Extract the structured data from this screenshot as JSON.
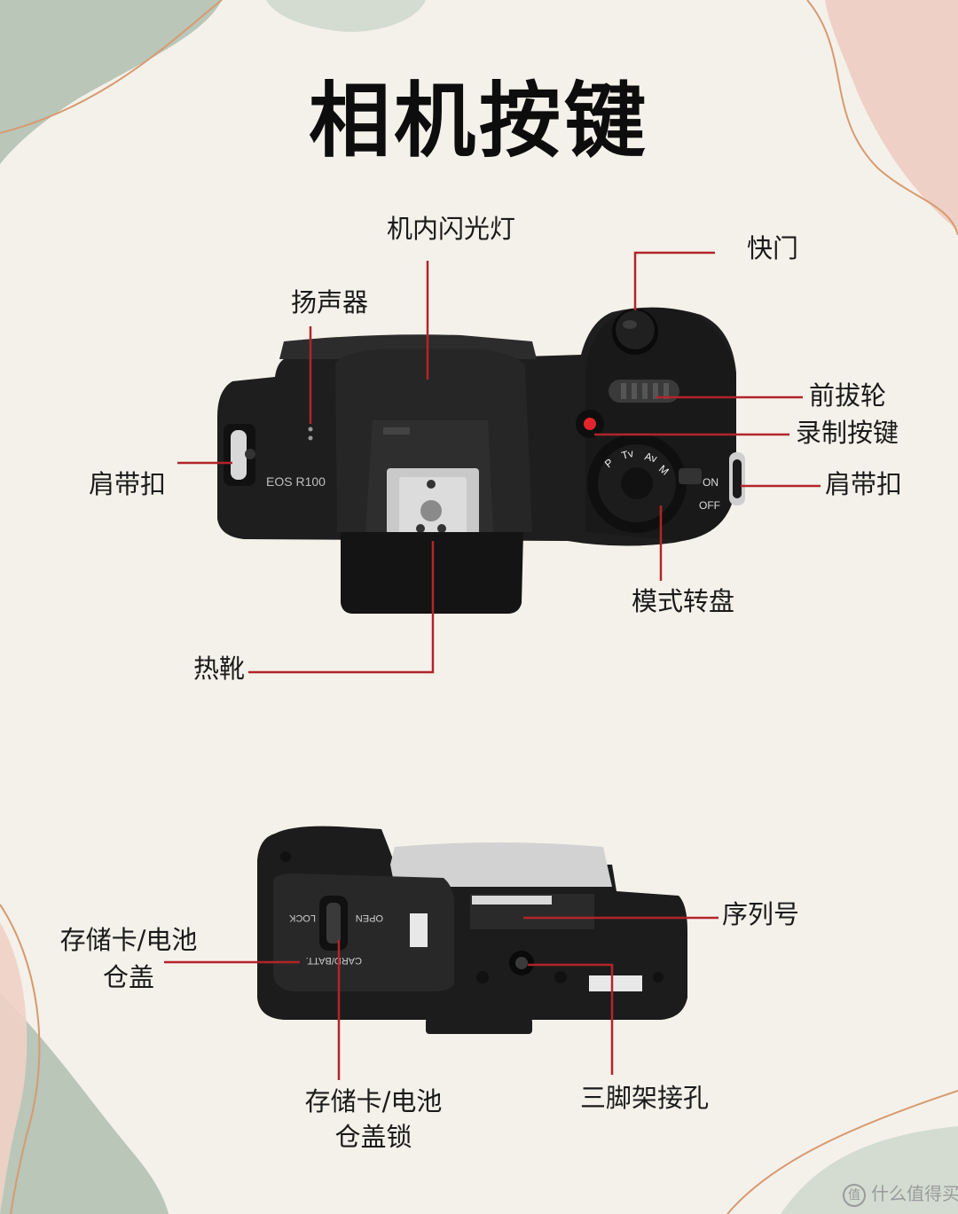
{
  "title": "相机按键",
  "top_labels": {
    "flash": "机内闪光灯",
    "shutter": "快门",
    "speaker": "扬声器",
    "front_dial": "前拔轮",
    "record_button": "录制按键",
    "strap_left": "肩带扣",
    "strap_right": "肩带扣",
    "mode_dial": "模式转盘",
    "hot_shoe": "热靴"
  },
  "bottom_labels": {
    "serial": "序列号",
    "card_cover_line1": "存储卡/电池",
    "card_cover_line2": "仓盖",
    "card_lock_line1": "存储卡/电池",
    "card_lock_line2": "仓盖锁",
    "tripod": "三脚架接孔"
  },
  "camera_top_marks": {
    "model": "EOS R100",
    "on": "ON",
    "off": "OFF",
    "mode_letters": [
      "P",
      "Tv",
      "Av",
      "M"
    ]
  },
  "camera_bottom_marks": {
    "lock": "LOCK",
    "open": "OPEN",
    "card_batt": "CARD/BATT."
  },
  "watermark": "什么值得买",
  "colors": {
    "leader_line": "#b3242a",
    "camera_body": "#1b1b1b",
    "background": "#f4f1ea",
    "blob_green": "#b9c6b8",
    "blob_pink": "#efd0c6",
    "record_red": "#e0252c"
  }
}
